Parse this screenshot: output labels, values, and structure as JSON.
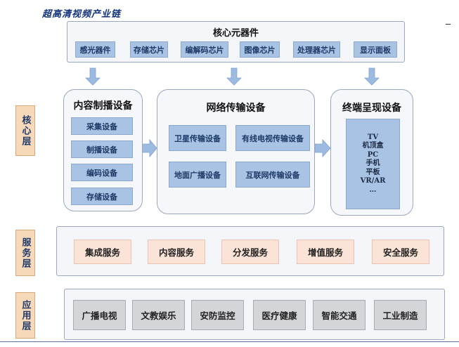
{
  "title": "超高清视频产业链",
  "core_components": {
    "header": "核心元器件",
    "items": [
      "感光器件",
      "存储芯片",
      "编解码芯片",
      "图像芯片",
      "处理器芯片",
      "显示面板"
    ]
  },
  "layers": [
    "核心层",
    "服务层",
    "应用层"
  ],
  "content_production": {
    "header": "内容制播设备",
    "items": [
      "采集设备",
      "制播设备",
      "编码设备",
      "存储设备"
    ]
  },
  "network_transmission": {
    "header": "网络传输设备",
    "items": [
      "卫星传输设备",
      "有线电视传输设备",
      "地面广播设备",
      "互联网传输设备"
    ]
  },
  "terminal_presentation": {
    "header": "终端呈现设备",
    "items": [
      "TV",
      "机顶盒",
      "PC",
      "手机",
      "平板",
      "VR/AR",
      "…"
    ]
  },
  "services": [
    "集成服务",
    "内容服务",
    "分发服务",
    "增值服务",
    "安全服务"
  ],
  "applications": [
    "广播电视",
    "文教娱乐",
    "安防监控",
    "医疗健康",
    "智能交通",
    "工业制造"
  ],
  "colors": {
    "title": "#13337a",
    "chip_blue": "#a9c3e4",
    "chip_peach": "#fbe3d7",
    "chip_gray": "#d4d5d8",
    "layer_tab": "#f6d9b8",
    "arrow": "#9dbbe1"
  }
}
